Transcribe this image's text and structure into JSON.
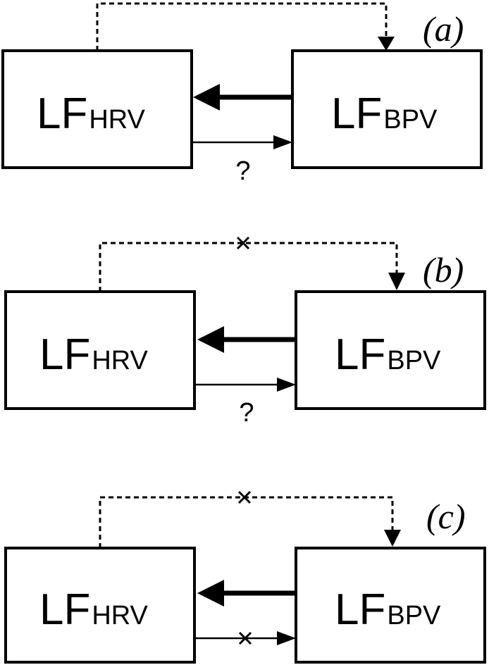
{
  "panels": [
    {
      "label": "(a)",
      "left_box": {
        "main": "LF",
        "sub": "HRV"
      },
      "right_box": {
        "main": "LF",
        "sub": "BPV"
      },
      "dashed_link_blocked": false,
      "bottom_link_text": "?",
      "bottom_link_blocked": false
    },
    {
      "label": "(b)",
      "left_box": {
        "main": "LF",
        "sub": "HRV"
      },
      "right_box": {
        "main": "LF",
        "sub": "BPV"
      },
      "dashed_link_blocked": true,
      "bottom_link_text": "?",
      "bottom_link_blocked": false
    },
    {
      "label": "(c)",
      "left_box": {
        "main": "LF",
        "sub": "HRV"
      },
      "right_box": {
        "main": "LF",
        "sub": "BPV"
      },
      "dashed_link_blocked": true,
      "bottom_link_text": "",
      "bottom_link_blocked": true
    }
  ]
}
